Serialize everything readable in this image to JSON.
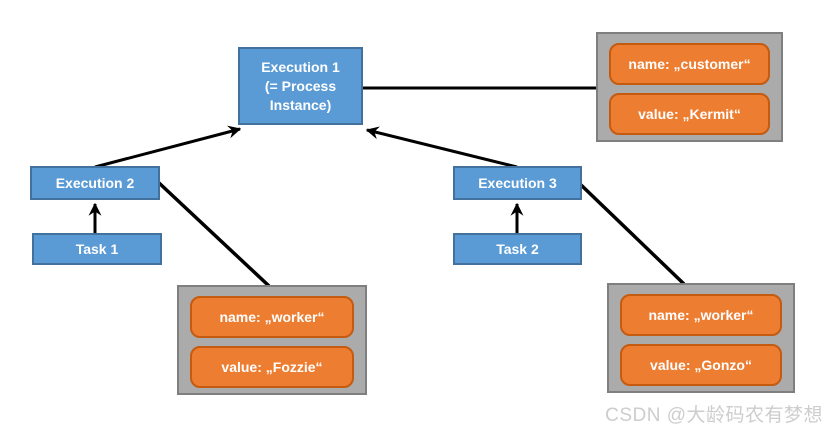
{
  "diagram": {
    "execution1": {
      "title": "Execution 1",
      "subtitle": "(= Process Instance)"
    },
    "execution2": {
      "label": "Execution 2"
    },
    "task1": {
      "label": "Task 1"
    },
    "execution3": {
      "label": "Execution 3"
    },
    "task2": {
      "label": "Task 2"
    },
    "process_variables": {
      "name": "name: „customer“",
      "value": "value: „Kermit“"
    },
    "execution2_variables": {
      "name": "name: „worker“",
      "value": "value: „Fozzie“"
    },
    "execution3_variables": {
      "name": "name: „worker“",
      "value": "value: „Gonzo“"
    },
    "edges": [
      {
        "from": "execution2",
        "to": "execution1",
        "arrowhead": true
      },
      {
        "from": "execution3",
        "to": "execution1",
        "arrowhead": true
      },
      {
        "from": "task1",
        "to": "execution2",
        "arrowhead": true
      },
      {
        "from": "task2",
        "to": "execution3",
        "arrowhead": true
      },
      {
        "from": "execution1",
        "to": "process_variables",
        "arrowhead": false
      },
      {
        "from": "execution2",
        "to": "execution2_variables",
        "arrowhead": false
      },
      {
        "from": "execution3",
        "to": "execution3_variables",
        "arrowhead": false
      }
    ]
  },
  "colors": {
    "node_fill": "#5b9bd5",
    "node_border": "#41719c",
    "variable_fill": "#ed7d31",
    "variable_border": "#c55a11",
    "group_fill": "#ababab",
    "group_border": "#7f7f7f",
    "connector": "#000000",
    "watermark_text": "#cdcdcd"
  },
  "watermark": "CSDN @大龄码农有梦想"
}
